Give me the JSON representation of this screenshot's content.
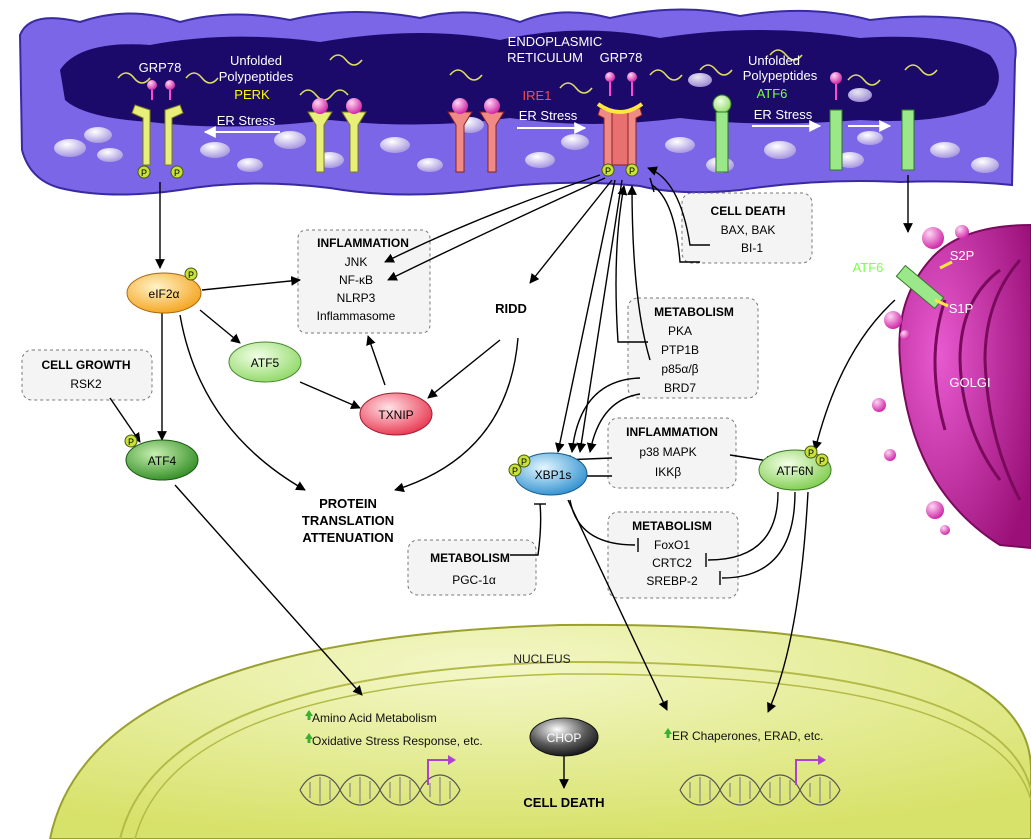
{
  "er": {
    "title_line1": "ENDOPLASMIC",
    "title_line2": "RETICULUM",
    "grp78_left": "GRP78",
    "grp78_mid": "GRP78",
    "unfolded_left_1": "Unfolded",
    "unfolded_left_2": "Polypeptides",
    "unfolded_right_1": "Unfolded",
    "unfolded_right_2": "Polypeptides",
    "perk": "PERK",
    "ire1": "IRE1",
    "atf6": "ATF6",
    "er_stress_left": "ER Stress",
    "er_stress_mid": "ER Stress",
    "er_stress_right": "ER Stress",
    "phospho": "P"
  },
  "golgi": {
    "label": "GOLGI",
    "atf6": "ATF6",
    "s2p": "S2P",
    "s1p": "S1P"
  },
  "nodes": {
    "eif2a": "eIF2α",
    "atf5": "ATF5",
    "atf4": "ATF4",
    "txnip": "TXNIP",
    "ridd": "RIDD",
    "xbp1s": "XBP1s",
    "atf6n": "ATF6N",
    "chop": "CHOP"
  },
  "boxes": {
    "inflammation_top": {
      "title": "INFLAMMATION",
      "items": [
        "JNK",
        "NF-κB",
        "NLRP3",
        "Inflammasome"
      ]
    },
    "cell_death_top": {
      "title": "CELL DEATH",
      "items": [
        "BAX, BAK",
        "BI-1"
      ]
    },
    "cell_growth": {
      "title": "CELL GROWTH",
      "items": [
        "RSK2"
      ]
    },
    "metabolism_mid": {
      "title": "METABOLISM",
      "items": [
        "PKA",
        "PTP1B",
        "p85α/β",
        "BRD7"
      ]
    },
    "inflammation_mid": {
      "title": "INFLAMMATION",
      "items": [
        "p38 MAPK",
        "IKKβ"
      ]
    },
    "metabolism_pgc": {
      "title": "METABOLISM",
      "items": [
        "PGC-1α"
      ]
    },
    "metabolism_right": {
      "title": "METABOLISM",
      "items": [
        "FoxO1",
        "CRTC2",
        "SREBP-2"
      ]
    }
  },
  "protein_translation": [
    "PROTEIN",
    "TRANSLATION",
    "ATTENUATION"
  ],
  "nucleus": {
    "label": "NUCLEUS",
    "left_item_1": "Amino Acid Metabolism",
    "left_item_2": "Oxidative Stress Response, etc.",
    "right_item": "ER Chaperones, ERAD, etc.",
    "cell_death": "CELL DEATH"
  },
  "colors": {
    "er_fill": "#6a5acd",
    "er_dark": "#1c0a6b",
    "golgi": "#c0209a",
    "nucleus": "#e6ee8c",
    "perk_receptor": "#e8f07a",
    "ire1_receptor": "#f08a86",
    "atf6_receptor": "#9be88a",
    "perk_text": "#ffff00",
    "ire1_text": "#ff3a3a",
    "atf6_text": "#7cff4a"
  }
}
